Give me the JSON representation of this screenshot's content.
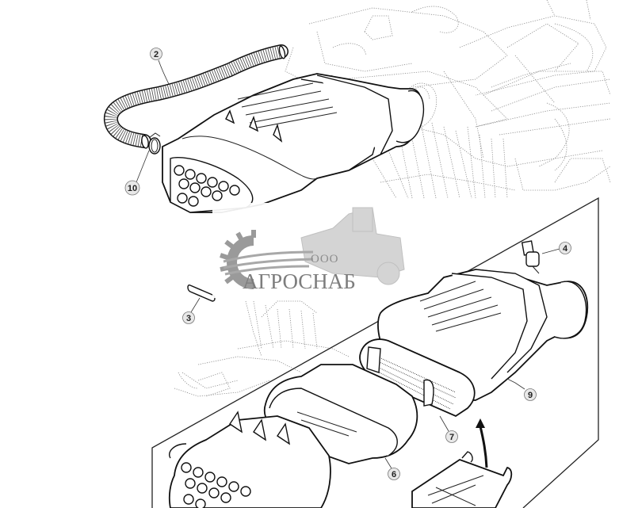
{
  "diagram": {
    "type": "exploded-parts-view",
    "subject": "Air cleaner assembly",
    "callouts": [
      {
        "id": "2",
        "label": "2",
        "part": "intake hose (corrugated)"
      },
      {
        "id": "10",
        "label": "10",
        "part": "hose clamp"
      },
      {
        "id": "3",
        "label": "3",
        "part": "pin"
      },
      {
        "id": "4",
        "label": "4",
        "part": "restriction indicator / sensor"
      },
      {
        "id": "9",
        "label": "9",
        "part": "air cleaner housing"
      },
      {
        "id": "7",
        "label": "7",
        "part": "secondary filter element"
      },
      {
        "id": "6",
        "label": "6",
        "part": "primary filter element"
      }
    ],
    "inset_frame": true
  },
  "watermark": {
    "prefix": "ООО",
    "name": "АГРОСНАБ",
    "color": "#8a8a8a"
  },
  "colors": {
    "background": "#ffffff",
    "line": "#111111",
    "ghost_line": "#888888",
    "callout_fill": "#e8e8e8"
  }
}
